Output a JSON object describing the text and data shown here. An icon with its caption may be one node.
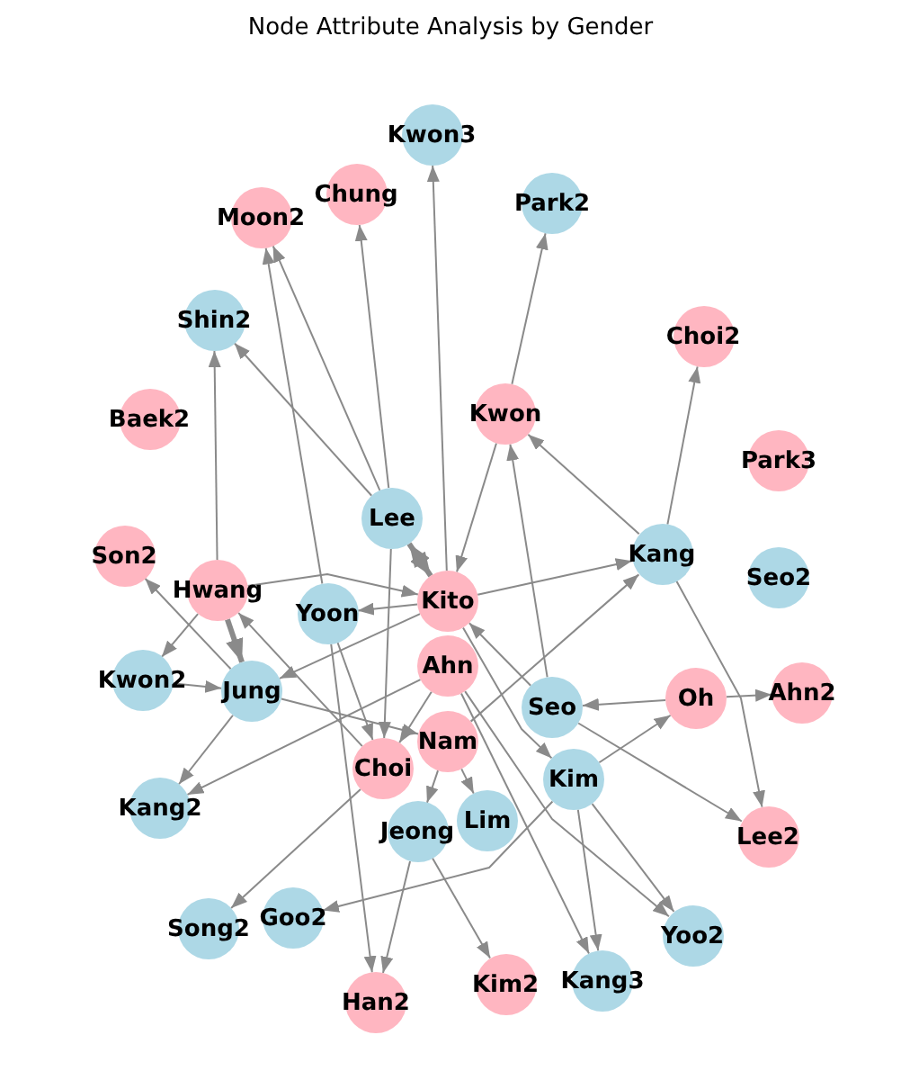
{
  "diagram": {
    "title": "Node Attribute Analysis by Gender",
    "nodes": [
      {
        "text": [
          "Kwon3"
        ]
      },
      {
        "text": [
          "Chung"
        ]
      },
      {
        "text": [
          "Park2"
        ]
      },
      {
        "text": [
          "Moon2"
        ]
      },
      {
        "text": [
          "Shin2"
        ]
      },
      {
        "text": [
          "Choi2"
        ]
      },
      {
        "text": [
          "Kwon"
        ]
      },
      {
        "text": [
          "Baek2"
        ]
      },
      {
        "text": [
          "Park3"
        ]
      },
      {
        "text": [
          "Lee"
        ]
      },
      {
        "text": [
          "Kang"
        ]
      },
      {
        "text": [
          "Son2"
        ]
      },
      {
        "text": [
          "Seo2"
        ]
      },
      {
        "text": [
          "Hwang"
        ]
      },
      {
        "text": [
          "Kito"
        ]
      },
      {
        "text": [
          "Yoon"
        ]
      },
      {
        "text": [
          "Ahn"
        ]
      },
      {
        "text": [
          "Kwon2"
        ]
      },
      {
        "text": [
          "Jung"
        ]
      },
      {
        "text": [
          "Ahn2"
        ]
      },
      {
        "text": [
          "Oh"
        ]
      },
      {
        "text": [
          "Seo"
        ]
      },
      {
        "text": [
          "Nam"
        ]
      },
      {
        "text": [
          "Choi"
        ]
      },
      {
        "text": [
          "Kim"
        ]
      },
      {
        "text": [
          "Jeong"
        ]
      },
      {
        "text": [
          "Kang2"
        ]
      },
      {
        "text": [
          "Lim"
        ]
      },
      {
        "text": [
          "Lee2"
        ]
      },
      {
        "text": [
          "Goo2"
        ]
      },
      {
        "text": [
          "Song2"
        ]
      },
      {
        "text": [
          "Yoo2"
        ]
      },
      {
        "text": [
          "Kang3"
        ]
      },
      {
        "text": [
          "Kim2"
        ]
      },
      {
        "text": [
          "Han2"
        ]
      }
    ],
    "edges": [
      {
        "from": 14,
        "to": 0,
        "arrow": "to"
      },
      {
        "from": 9,
        "to": 1,
        "arrow": "to"
      },
      {
        "from": 6,
        "to": 2,
        "arrow": "to"
      },
      {
        "from": 15,
        "to": 3,
        "arrow": "to"
      },
      {
        "from": 9,
        "to": 3,
        "arrow": "to"
      },
      {
        "from": 13,
        "to": 4,
        "arrow": "to"
      },
      {
        "from": 9,
        "to": 4,
        "arrow": "to"
      },
      {
        "from": 10,
        "to": 5,
        "arrow": "to"
      },
      {
        "from": 10,
        "to": 6,
        "arrow": "to"
      },
      {
        "from": 21,
        "to": 6,
        "arrow": "to"
      },
      {
        "from": 6,
        "to": 14,
        "arrow": "to"
      },
      {
        "from": 9,
        "to": 14,
        "arrow": "both",
        "style": "thick"
      },
      {
        "from": 14,
        "to": 10,
        "arrow": "to"
      },
      {
        "from": 22,
        "to": 10,
        "arrow": "to"
      },
      {
        "from": 10,
        "to": 28,
        "arrow": "to"
      },
      {
        "from": 21,
        "to": 28,
        "arrow": "to"
      },
      {
        "from": 18,
        "to": 11,
        "arrow": "to"
      },
      {
        "from": 13,
        "to": 17,
        "arrow": "to"
      },
      {
        "from": 13,
        "to": 18,
        "arrow": "to",
        "style": "thick"
      },
      {
        "from": 23,
        "to": 13,
        "arrow": "to"
      },
      {
        "from": 13,
        "to": 14,
        "arrow": "to"
      },
      {
        "from": 14,
        "to": 15,
        "arrow": "to"
      },
      {
        "from": 14,
        "to": 18,
        "arrow": "to"
      },
      {
        "from": 16,
        "to": 26,
        "arrow": "to"
      },
      {
        "from": 18,
        "to": 26,
        "arrow": "to"
      },
      {
        "from": 17,
        "to": 18,
        "arrow": "to"
      },
      {
        "from": 18,
        "to": 22,
        "arrow": "to"
      },
      {
        "from": 9,
        "to": 23,
        "arrow": "to"
      },
      {
        "from": 15,
        "to": 23,
        "arrow": "to"
      },
      {
        "from": 15,
        "to": 34,
        "arrow": "to"
      },
      {
        "from": 20,
        "to": 21,
        "arrow": "to"
      },
      {
        "from": 20,
        "to": 19,
        "arrow": "to"
      },
      {
        "from": 24,
        "to": 20,
        "arrow": "to"
      },
      {
        "from": 24,
        "to": 29,
        "arrow": "to"
      },
      {
        "from": 14,
        "to": 24,
        "arrow": "to"
      },
      {
        "from": 16,
        "to": 32,
        "arrow": "to"
      },
      {
        "from": 24,
        "to": 32,
        "arrow": "to"
      },
      {
        "from": 24,
        "to": 31,
        "arrow": "to"
      },
      {
        "from": 16,
        "to": 31,
        "arrow": "to"
      },
      {
        "from": 22,
        "to": 27,
        "arrow": "to"
      },
      {
        "from": 25,
        "to": 33,
        "arrow": "to"
      },
      {
        "from": 25,
        "to": 34,
        "arrow": "to"
      },
      {
        "from": 23,
        "to": 30,
        "arrow": "to"
      },
      {
        "from": 16,
        "to": 23,
        "arrow": "to"
      },
      {
        "from": 22,
        "to": 25,
        "arrow": "to"
      },
      {
        "from": 21,
        "to": 14,
        "arrow": "to"
      }
    ]
  }
}
